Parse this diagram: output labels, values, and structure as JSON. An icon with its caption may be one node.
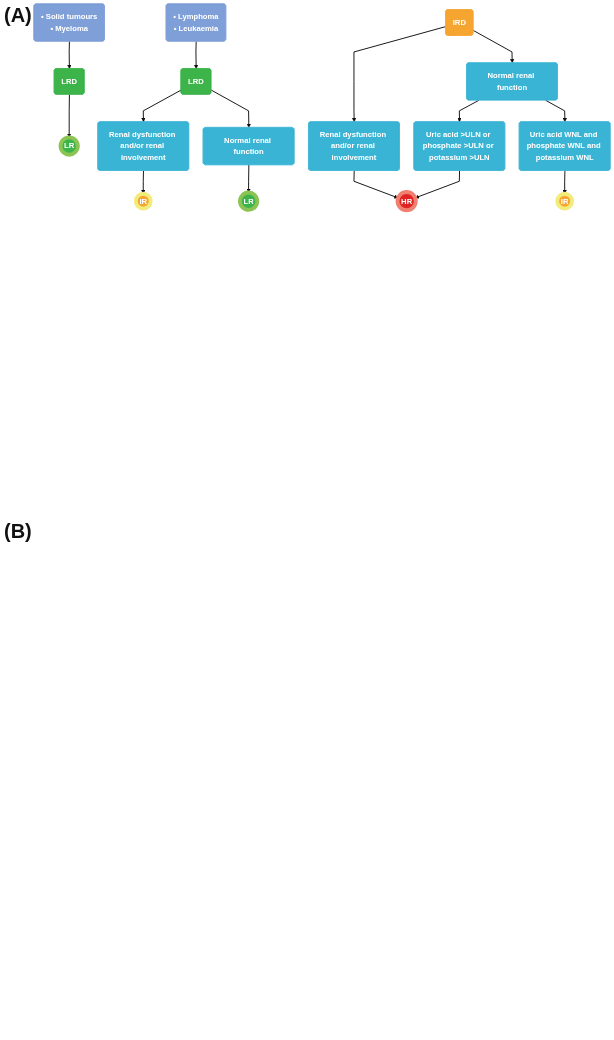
{
  "diagram": {
    "nodes": [
      {
        "text": [
          "• Solid tumours",
          "• Myeloma"
        ]
      },
      {
        "text": [
          "LRD"
        ]
      },
      {
        "text": [
          "LR"
        ]
      },
      {
        "text": [
          "• Lymphoma",
          "• Leukaemia"
        ]
      },
      {
        "text": [
          "LRD"
        ]
      },
      {
        "text": [
          "Renal dysfunction and/or renal involvement"
        ]
      },
      {
        "text": [
          "Normal renal function"
        ]
      },
      {
        "text": [
          "IR"
        ]
      },
      {
        "text": [
          "LR"
        ]
      },
      {
        "text": [
          "IRD"
        ]
      },
      {
        "text": [
          "Renal dysfunction and/or renal involvement"
        ]
      },
      {
        "text": [
          "Normal renal function"
        ]
      },
      {
        "text": [
          "Uric acid >ULN or phosphate >ULN or potassium >ULN"
        ]
      },
      {
        "text": [
          "Uric acid WNL and phosphate WNL and potassium WNL"
        ]
      },
      {
        "text": [
          "HR"
        ]
      },
      {
        "text": [
          "IR"
        ]
      }
    ],
    "edges": [
      {
        "from": 0,
        "to": 1,
        "arrow": "to"
      },
      {
        "from": 1,
        "to": 2,
        "arrow": "to"
      },
      {
        "from": 3,
        "to": 4,
        "arrow": "to"
      },
      {
        "from": 4,
        "to": 5,
        "arrow": "to"
      },
      {
        "from": 4,
        "to": 6,
        "arrow": "to"
      },
      {
        "from": 5,
        "to": 7,
        "arrow": "to"
      },
      {
        "from": 6,
        "to": 8,
        "arrow": "to"
      },
      {
        "from": 9,
        "to": 10,
        "arrow": "to"
      },
      {
        "from": 9,
        "to": 11,
        "arrow": "to"
      },
      {
        "from": 10,
        "to": 14,
        "arrow": "to"
      },
      {
        "from": 11,
        "to": 12,
        "arrow": "to"
      },
      {
        "from": 11,
        "to": 13,
        "arrow": "to"
      },
      {
        "from": 12,
        "to": 14,
        "arrow": "to"
      },
      {
        "from": 13,
        "to": 15,
        "arrow": "to"
      }
    ],
    "labels": [
      "(A)",
      "(B)"
    ]
  }
}
